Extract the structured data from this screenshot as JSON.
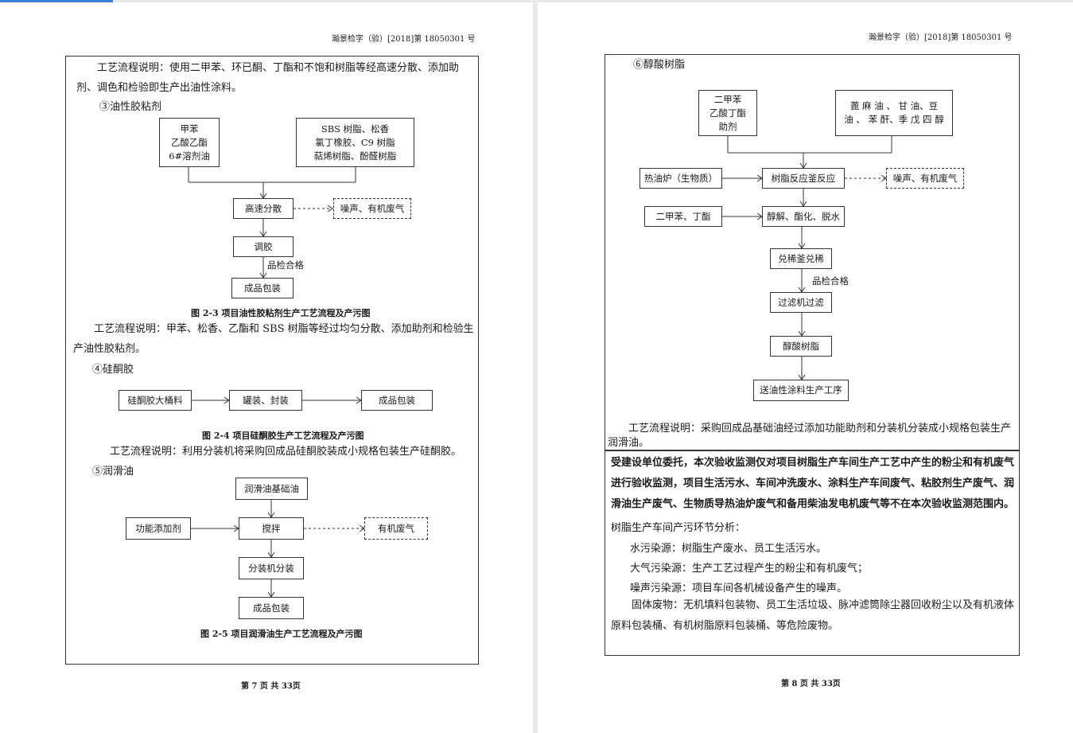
{
  "left_page": {
    "header": "瀚景检字（验）[2018]第 18050301 号",
    "footer": "第 7 页 共 33页",
    "para_paint": "工艺流程说明：使用二甲苯、环已酮、丁酯和不饱和树脂等经高速分散、添加助剂、调色和检验即生产出油性涂料。",
    "sec3_title": "③油性胶粘剂",
    "fig3": {
      "raw1": [
        "甲苯",
        "乙酸乙酯",
        "6#溶剂油"
      ],
      "raw2": [
        "SBS 树脂、松香",
        "氯丁橡胶、C9 树脂",
        "萜烯树脂、酚醛树脂"
      ],
      "disperse": "高速分散",
      "emission": "噪声、有机废气",
      "mix": "调胶",
      "qc": "品检合格",
      "pack": "成品包装",
      "caption": "图 2-3 项目油性胶粘剂生产工艺流程及产污图"
    },
    "para_glue": "工艺流程说明：甲苯、松香、乙酯和 SBS 树脂等经过均匀分散、添加助剂和检验生产油性胶粘剂。",
    "sec4_title": "④硅酮胶",
    "fig4": {
      "raw": "硅酮胶大桶料",
      "fill": "罐装、封装",
      "pack": "成品包装",
      "caption": "图 2-4 项目硅酮胶生产工艺流程及产污图"
    },
    "para_silicone": "工艺流程说明：利用分装机将采购回成品硅酮胶装成小规格包装生产硅酮胶。",
    "sec5_title": "⑤润滑油",
    "fig5": {
      "base": "润滑油基础油",
      "additive": "功能添加剂",
      "stir": "搅拌",
      "emission": "有机废气",
      "split": "分装机分装",
      "pack": "成品包装",
      "caption": "图 2-5 项目润滑油生产工艺流程及产污图"
    }
  },
  "right_page": {
    "header": "瀚景检字（验）[2018]第 18050301 号",
    "footer": "第 8 页 共 33页",
    "sec6_title": "⑥醇酸树脂",
    "fig6": {
      "raw1": [
        "二甲苯",
        "乙酸丁酯",
        "助剂"
      ],
      "raw2": [
        "蓖 麻 油 、 甘 油、豆",
        "油 、 苯 酐、季 戊 四 醇"
      ],
      "heater": "热油炉（生物质）",
      "reactor": "树脂反应釜反应",
      "emission": "噪声、有机废气",
      "solvent": "二甲苯、丁酯",
      "alcohol": "醇解、酯化、脱水",
      "blend": "兑稀釜兑稀",
      "qc": "品检合格",
      "filter": "过滤机过滤",
      "product": "醇酸树脂",
      "next": "送油性涂料生产工序"
    },
    "para_lube": "工艺流程说明：采购回成品基础油经过添加功能助剂和分装机分装成小规格包装生产润滑油。",
    "scope_bold": "受建设单位委托，本次验收监测仅对项目树脂生产车间生产工艺中产生的粉尘和有机废气进行验收监测，项目生活污水、车间冲洗废水、涂料生产车间废气、粘胶剂生产废气、润滑油生产废气、生物质导热油炉废气和备用柴油发电机废气等不在本次验收监测范围内。",
    "analysis_title": "树脂生产车间产污环节分析：",
    "water": "水污染源：树脂生产废水、员工生活污水。",
    "air": "大气污染源：生产工艺过程产生的粉尘和有机废气；",
    "noise": "噪声污染源：项目车间各机械设备产生的噪声。",
    "solid": "固体废物：无机填料包装物、员工生活垃圾、脉冲滤筒除尘器回收粉尘以及有机液体原料包装桶、有机树脂原料包装桶、等危险废物。"
  }
}
